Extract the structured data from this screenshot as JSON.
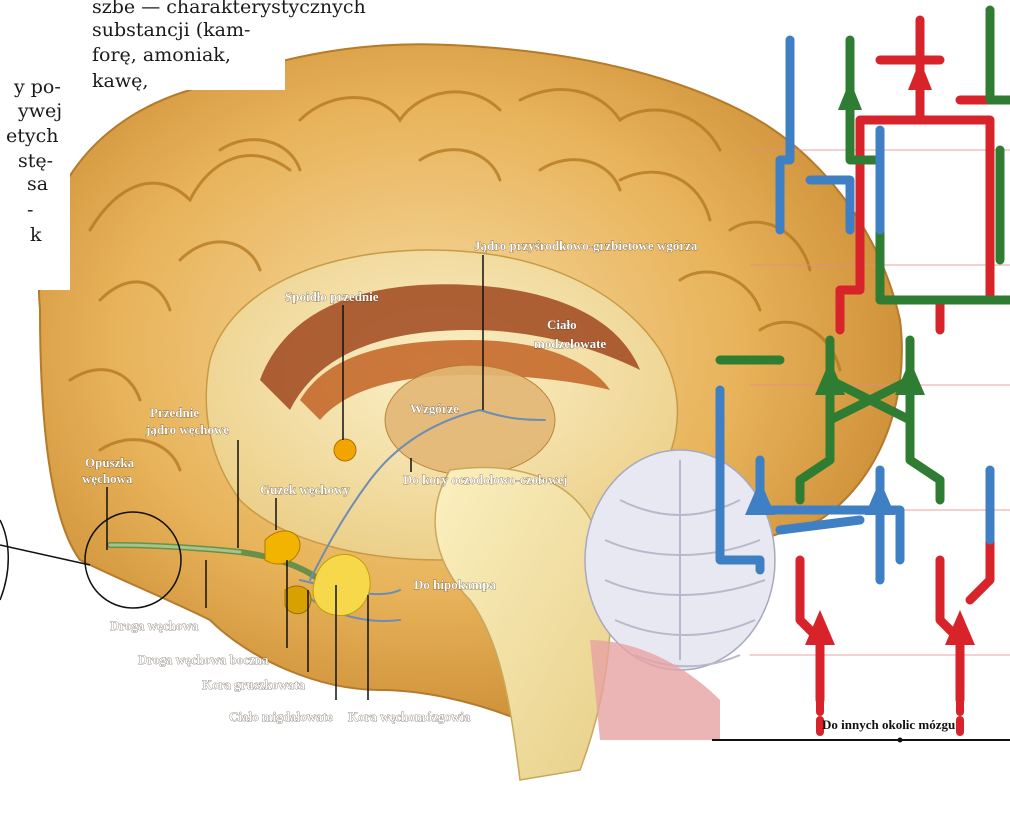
{
  "body_text_top": [
    "szbe — charakterystycznych",
    "substancji (kam-",
    "forę, amoniak,",
    "kawę,"
  ],
  "body_text_left": [
    "y po-",
    "ywej",
    "etych",
    "stę-",
    "sa",
    "-",
    "k"
  ],
  "labels": {
    "thalamus_nucleus": "Jądro przyśrodkowo-grzbietowe wgórza",
    "anterior_commissure": "Spoidło przednie",
    "corpus_callosum_1": "Ciało",
    "corpus_callosum_2": "modzelowate",
    "anterior_olfactory_1": "Przednie",
    "anterior_olfactory_2": "jądro węchowe",
    "olfactory_bulb_1": "Opuszka",
    "olfactory_bulb_2": "węchowa",
    "thalamus": "Wzgórze",
    "olfactory_tubercle": "Guzek węchowy",
    "to_orbitofrontal": "Do kory oczodołowo-czołowej",
    "to_hippocampus": "Do hipokampa",
    "olfactory_tract": "Droga węchowa",
    "lateral_olfactory_tract": "Droga węchowa boczna",
    "piriform_cortex": "Kora gruszkowata",
    "amygdala": "Ciało migdałowate",
    "entorhinal_cortex": "Kora węchomózgowia",
    "to_other_areas": "Do innych okolic mózgu"
  },
  "colors": {
    "brain": "#e8b35a",
    "brain_light": "#f3d79a",
    "red_path": "#d8232a",
    "green_path": "#2f7d32",
    "blue_path": "#3f7fc4",
    "amygdala": "#f2c200"
  }
}
